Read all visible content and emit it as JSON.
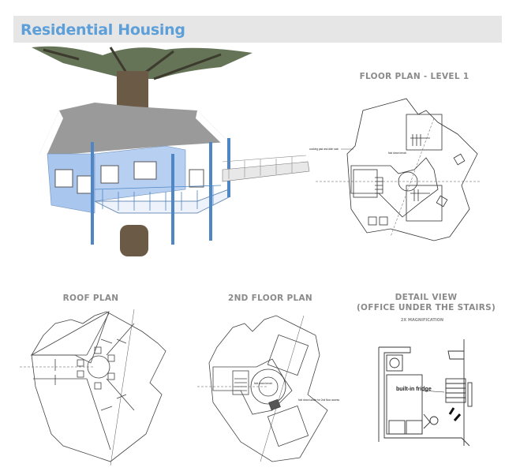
{
  "header": {
    "title": "Residential Housing"
  },
  "colors": {
    "title": "#5d9fd8",
    "header_bg": "#e6e6e6",
    "caption": "#8a8a8a",
    "house_wall": "#a9c6ee",
    "house_post": "#4f86c6"
  },
  "rendering": {
    "subject": "treehouse-3d-render"
  },
  "floor_plan_1": {
    "title": "FLOOR PLAN - LEVEL 1",
    "notes": [
      "cooking pad and dish rack",
      "fold down bench"
    ]
  },
  "roof_plan": {
    "title": "ROOF PLAN"
  },
  "floor_plan_2": {
    "title": "2ND FLOOR PLAN",
    "notes": [
      "fold down bench",
      "fold down ladder for 2nd floor access"
    ]
  },
  "detail_view": {
    "title_line1": "DETAIL VIEW",
    "title_line2": "(OFFICE UNDER THE STAIRS)",
    "subtitle": "2X MAGNIFICATION",
    "label": "built-in fridge"
  }
}
